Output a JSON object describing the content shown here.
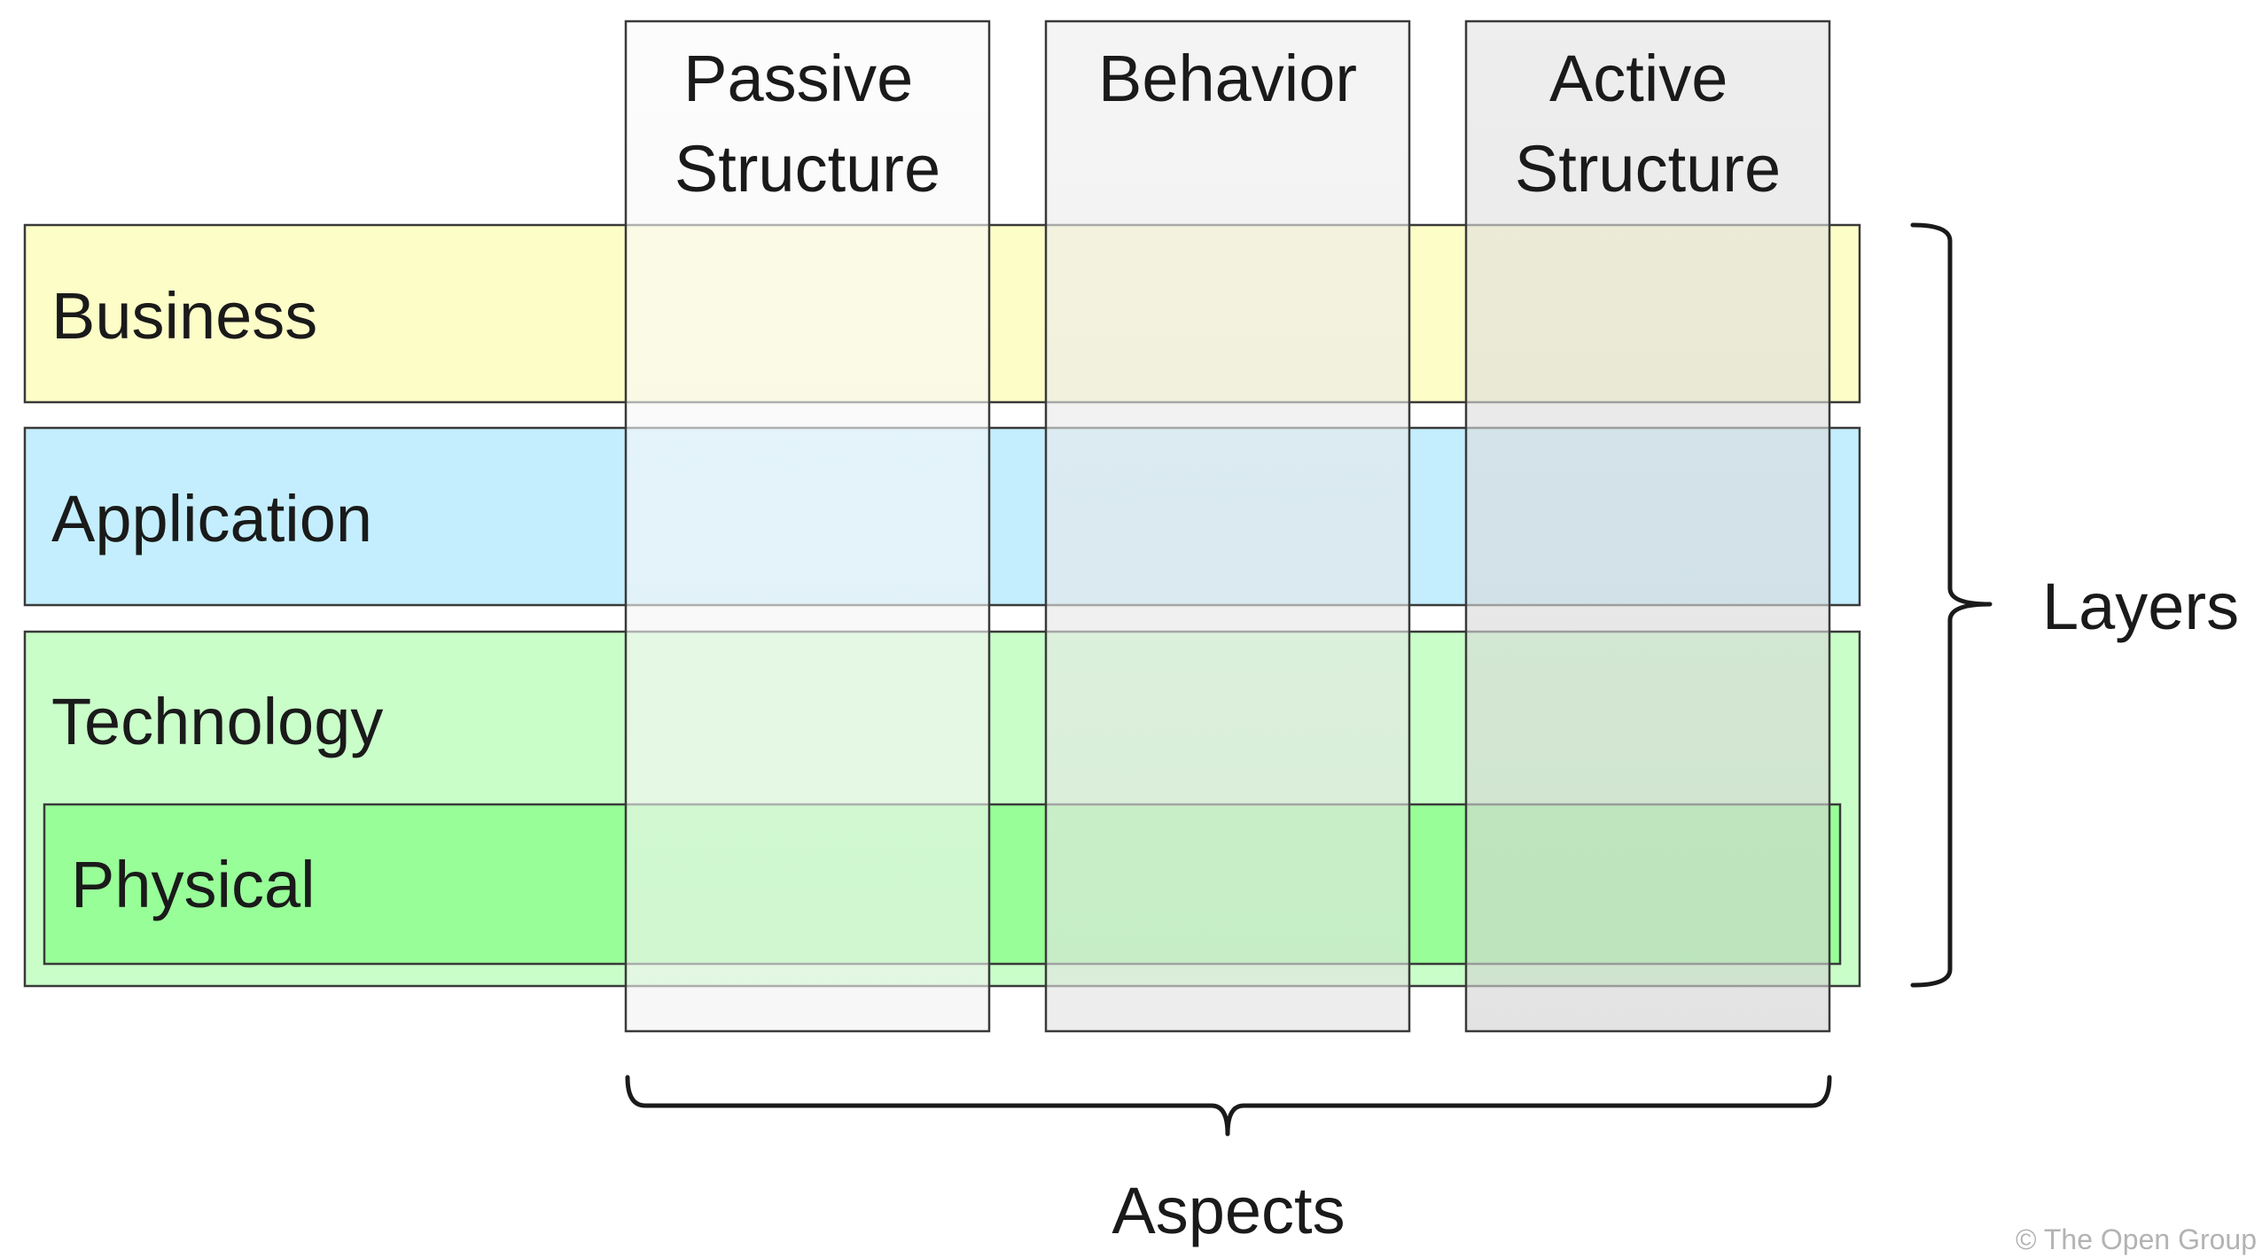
{
  "layers": [
    {
      "id": "business",
      "label": "Business",
      "color": "#FDFDC8"
    },
    {
      "id": "application",
      "label": "Application",
      "color": "#C4EEFE"
    },
    {
      "id": "technology",
      "label": "Technology",
      "color": "#C9FEC9"
    }
  ],
  "sublayer": {
    "id": "physical",
    "label": "Physical",
    "color": "#98FE98"
  },
  "aspects": [
    {
      "id": "passive-structure",
      "lines": [
        "Passive",
        "Structure"
      ],
      "color_top": "#FAFAFA",
      "color_bottom": "#F2F2F2"
    },
    {
      "id": "behavior",
      "lines": [
        "Behavior"
      ],
      "color_top": "#EEEEEE",
      "color_bottom": "#E2E2E2"
    },
    {
      "id": "active-structure",
      "lines": [
        "Active",
        "Structure"
      ],
      "color_top": "#E3E3E3",
      "color_bottom": "#D2D2D2"
    }
  ],
  "braces": {
    "layers_label": "Layers",
    "aspects_label": "Aspects"
  },
  "copyright": "© The Open Group"
}
